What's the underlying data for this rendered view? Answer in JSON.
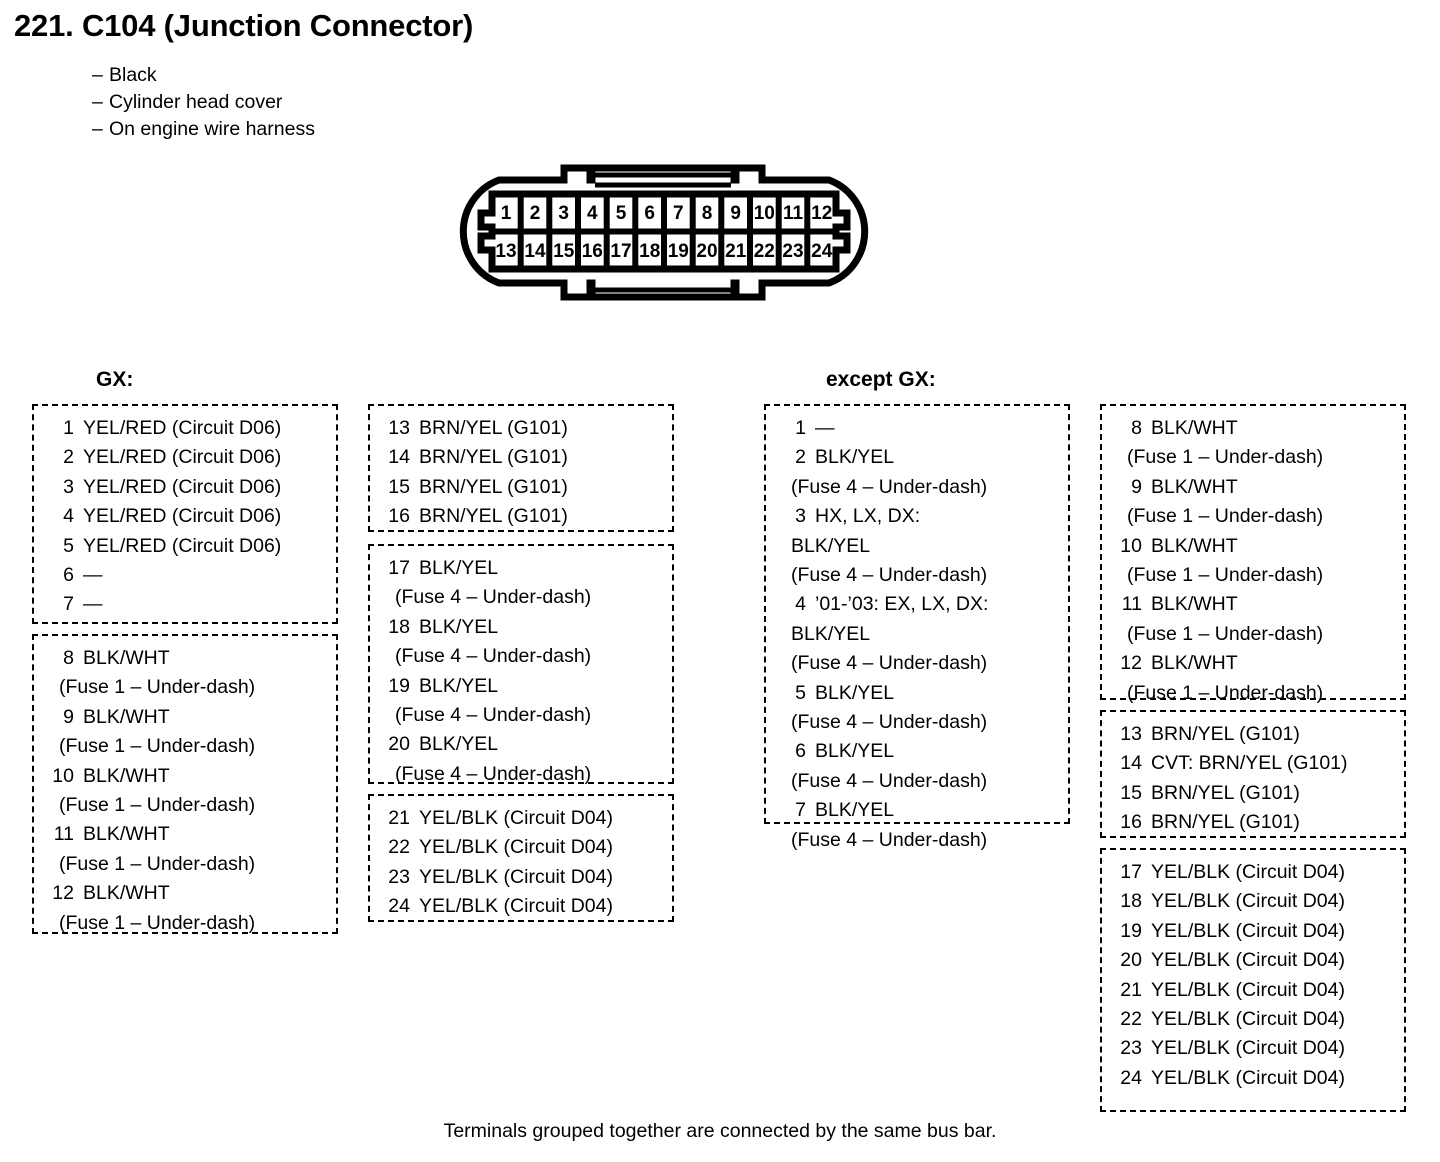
{
  "title": "221. C104 (Junction Connector)",
  "subtitle_lines": [
    "Black",
    "Cylinder head cover",
    "On engine wire harness"
  ],
  "connector": {
    "name": "C104",
    "pin_count": 24,
    "rows": [
      [
        "1",
        "2",
        "3",
        "4",
        "5",
        "6",
        "7",
        "8",
        "9",
        "10",
        "11",
        "12"
      ],
      [
        "13",
        "14",
        "15",
        "16",
        "17",
        "18",
        "19",
        "20",
        "21",
        "22",
        "23",
        "24"
      ]
    ]
  },
  "sections": {
    "gx": {
      "heading": "GX:",
      "groups": [
        {
          "id": "gx-a",
          "rows": [
            {
              "num": "1",
              "text": "YEL/RED (Circuit D06)"
            },
            {
              "num": "2",
              "text": "YEL/RED (Circuit D06)"
            },
            {
              "num": "3",
              "text": "YEL/RED (Circuit D06)"
            },
            {
              "num": "4",
              "text": "YEL/RED (Circuit D06)"
            },
            {
              "num": "5",
              "text": "YEL/RED (Circuit D06)"
            },
            {
              "num": "6",
              "text": "—"
            },
            {
              "num": "7",
              "text": "—"
            }
          ]
        },
        {
          "id": "gx-b",
          "rows": [
            {
              "num": "8",
              "text": "BLK/WHT",
              "sub": [
                "(Fuse 1 – Under-dash)"
              ]
            },
            {
              "num": "9",
              "text": "BLK/WHT",
              "sub": [
                "(Fuse 1 – Under-dash)"
              ]
            },
            {
              "num": "10",
              "text": "BLK/WHT",
              "sub": [
                "(Fuse 1 – Under-dash)"
              ]
            },
            {
              "num": "11",
              "text": "BLK/WHT",
              "sub": [
                "(Fuse 1 – Under-dash)"
              ]
            },
            {
              "num": "12",
              "text": "BLK/WHT",
              "sub": [
                "(Fuse 1 – Under-dash)"
              ]
            }
          ]
        },
        {
          "id": "gx-c",
          "rows": [
            {
              "num": "13",
              "text": "BRN/YEL (G101)"
            },
            {
              "num": "14",
              "text": "BRN/YEL (G101)"
            },
            {
              "num": "15",
              "text": "BRN/YEL (G101)"
            },
            {
              "num": "16",
              "text": "BRN/YEL (G101)"
            }
          ]
        },
        {
          "id": "gx-d",
          "rows": [
            {
              "num": "17",
              "text": "BLK/YEL",
              "sub": [
                "(Fuse 4 – Under-dash)"
              ]
            },
            {
              "num": "18",
              "text": "BLK/YEL",
              "sub": [
                "(Fuse 4 – Under-dash)"
              ]
            },
            {
              "num": "19",
              "text": "BLK/YEL",
              "sub": [
                "(Fuse 4 – Under-dash)"
              ]
            },
            {
              "num": "20",
              "text": "BLK/YEL",
              "sub": [
                "(Fuse 4 – Under-dash)"
              ]
            }
          ]
        },
        {
          "id": "gx-e",
          "rows": [
            {
              "num": "21",
              "text": "YEL/BLK (Circuit D04)"
            },
            {
              "num": "22",
              "text": "YEL/BLK (Circuit D04)"
            },
            {
              "num": "23",
              "text": "YEL/BLK (Circuit D04)"
            },
            {
              "num": "24",
              "text": "YEL/BLK (Circuit D04)"
            }
          ]
        }
      ]
    },
    "except_gx": {
      "heading": "except GX:",
      "groups": [
        {
          "id": "egx-a",
          "rows": [
            {
              "num": "1",
              "text": "—"
            },
            {
              "num": "2",
              "text": "BLK/YEL",
              "sub": [
                "(Fuse 4 – Under-dash)"
              ]
            },
            {
              "num": "3",
              "text": "HX, LX, DX:",
              "sub": [
                "BLK/YEL",
                "(Fuse 4 – Under-dash)"
              ]
            },
            {
              "num": "4",
              "text": "’01-’03: EX, LX, DX:",
              "sub": [
                "BLK/YEL",
                "(Fuse 4 – Under-dash)"
              ]
            },
            {
              "num": "5",
              "text": "BLK/YEL",
              "sub": [
                "(Fuse 4 – Under-dash)"
              ]
            },
            {
              "num": "6",
              "text": "BLK/YEL",
              "sub": [
                "(Fuse 4 – Under-dash)"
              ]
            },
            {
              "num": "7",
              "text": "BLK/YEL",
              "sub": [
                "(Fuse 4 – Under-dash)"
              ]
            }
          ]
        },
        {
          "id": "egx-b",
          "rows": [
            {
              "num": "8",
              "text": "BLK/WHT",
              "sub": [
                "(Fuse 1 – Under-dash)"
              ]
            },
            {
              "num": "9",
              "text": "BLK/WHT",
              "sub": [
                "(Fuse 1 – Under-dash)"
              ]
            },
            {
              "num": "10",
              "text": "BLK/WHT",
              "sub": [
                "(Fuse 1 – Under-dash)"
              ]
            },
            {
              "num": "11",
              "text": "BLK/WHT",
              "sub": [
                "(Fuse 1 – Under-dash)"
              ]
            },
            {
              "num": "12",
              "text": "BLK/WHT",
              "sub": [
                "(Fuse 1 – Under-dash)"
              ]
            }
          ]
        },
        {
          "id": "egx-c",
          "rows": [
            {
              "num": "13",
              "text": "BRN/YEL (G101)"
            },
            {
              "num": "14",
              "text": "CVT: BRN/YEL (G101)"
            },
            {
              "num": "15",
              "text": "BRN/YEL (G101)"
            },
            {
              "num": "16",
              "text": "BRN/YEL (G101)"
            }
          ]
        },
        {
          "id": "egx-d",
          "rows": [
            {
              "num": "17",
              "text": "YEL/BLK (Circuit D04)"
            },
            {
              "num": "18",
              "text": "YEL/BLK (Circuit D04)"
            },
            {
              "num": "19",
              "text": "YEL/BLK (Circuit D04)"
            },
            {
              "num": "20",
              "text": "YEL/BLK (Circuit D04)"
            },
            {
              "num": "21",
              "text": "YEL/BLK (Circuit D04)"
            },
            {
              "num": "22",
              "text": "YEL/BLK (Circuit D04)"
            },
            {
              "num": "23",
              "text": "YEL/BLK (Circuit D04)"
            },
            {
              "num": "24",
              "text": "YEL/BLK (Circuit D04)"
            }
          ]
        }
      ]
    }
  },
  "footer_note": "Terminals grouped together are connected by the same bus bar."
}
